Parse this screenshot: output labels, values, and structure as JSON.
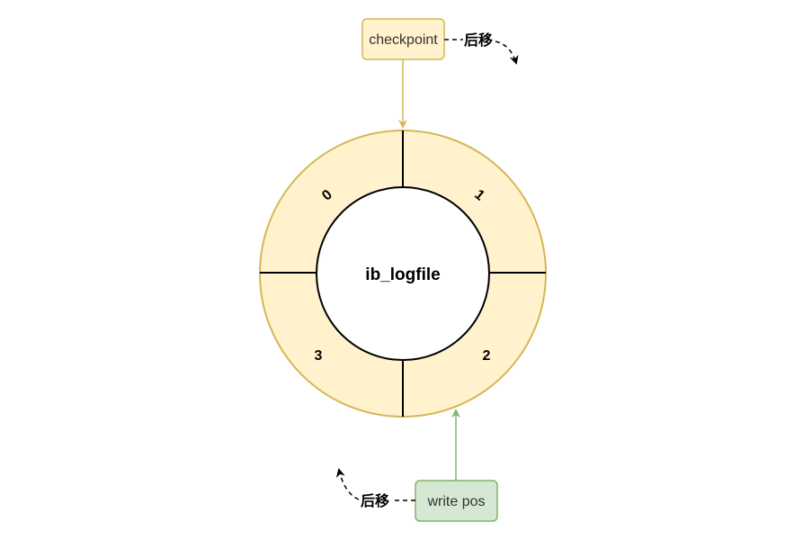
{
  "colors": {
    "ring_fill": "#fff2cc",
    "ring_stroke": "#d6b656",
    "checkpoint_fill": "#fff2cc",
    "checkpoint_stroke": "#d6b656",
    "writepos_fill": "#d5e8d4",
    "writepos_stroke": "#82b366",
    "divider": "#000000"
  },
  "diagram": {
    "center_label": "ib_logfile",
    "segments": [
      "0",
      "1",
      "2",
      "3"
    ],
    "checkpoint": {
      "label": "checkpoint",
      "move_label": "后移"
    },
    "write_pos": {
      "label": "write pos",
      "move_label": "后移"
    }
  }
}
